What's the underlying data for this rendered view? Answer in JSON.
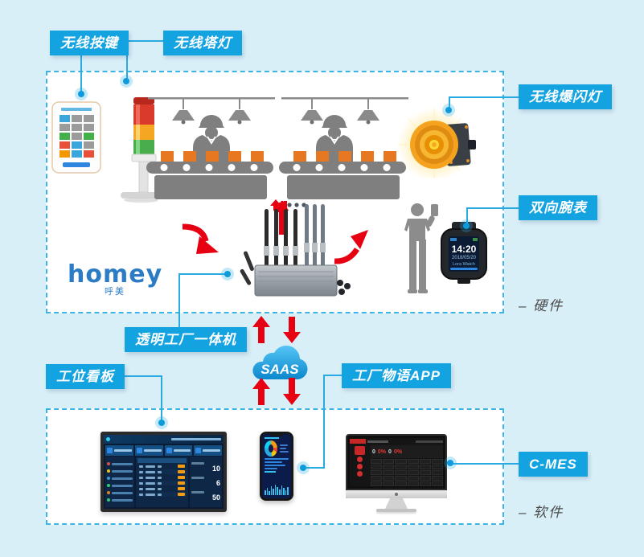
{
  "logo": {
    "text": "homey",
    "subtext": "呼美"
  },
  "tags": {
    "wireless_button": "无线按键",
    "wireless_tower_light": "无线塔灯",
    "wireless_strobe_light": "无线爆闪灯",
    "two_way_watch": "双向腕表",
    "transparent_factory_gateway": "透明工厂一体机",
    "station_kanban": "工位看板",
    "factory_story_app": "工厂物语APP",
    "c_mes": "C-MES"
  },
  "cloud": {
    "label": "SAAS"
  },
  "sections": {
    "hardware_label": "–  硬件",
    "software_label": "–  软件"
  },
  "watch": {
    "time": "14:20",
    "date": "2018/05/20",
    "brand": "Lora Watch"
  },
  "kanban_screen": {
    "stats": [
      "10",
      "6",
      "50"
    ]
  },
  "mes_screen": {
    "counts": [
      "0",
      "0"
    ],
    "rates": [
      "0%",
      "0%"
    ]
  },
  "colors": {
    "accent": "#14a3e1",
    "connector": "#29abe2",
    "arrow_red": "#e60012",
    "background": "#d9eff8",
    "logo_blue": "#2b7cc5"
  }
}
